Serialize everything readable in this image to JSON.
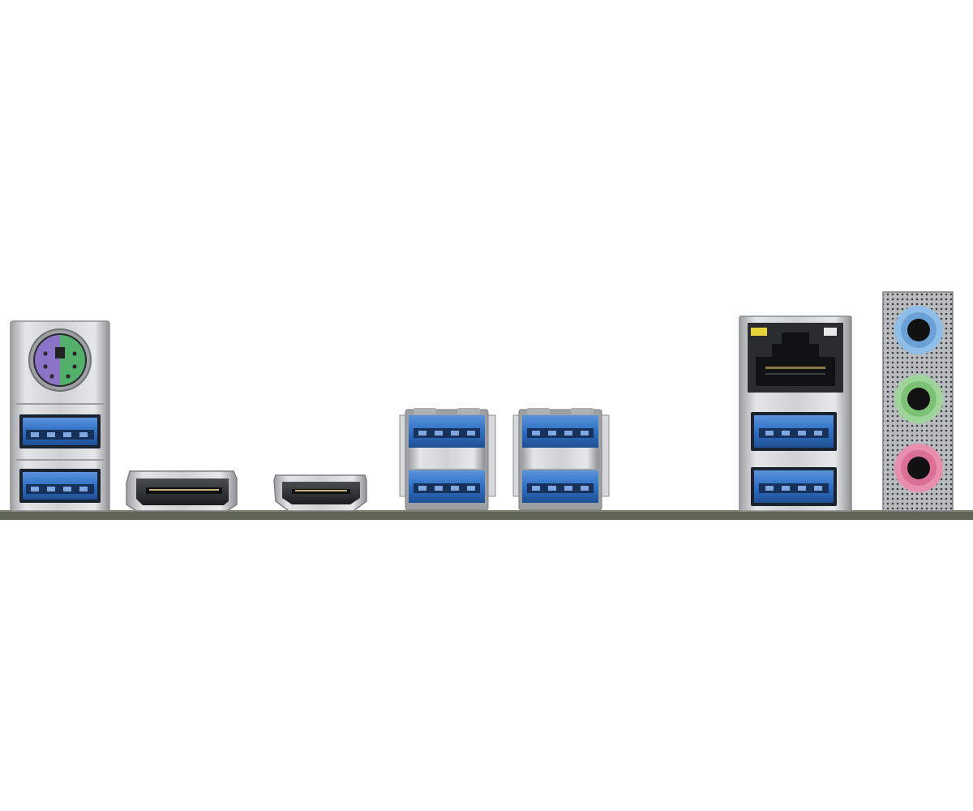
{
  "colors": {
    "background": "#ffffff",
    "pcb": "#5f6653",
    "metal": "#c9cbcd",
    "usb_blue": "#2f6fc4",
    "ps2_keyboard": "#8b74c7",
    "ps2_mouse": "#52b06b",
    "audio_line_in": "#8fbfe8",
    "audio_line_out": "#9fd49a",
    "audio_mic": "#e98fae"
  },
  "ports": [
    {
      "id": "ps2-combo",
      "icon": "ps2-port-icon"
    },
    {
      "id": "usb-stack-left",
      "icon": "usb-port-icon",
      "count": 2
    },
    {
      "id": "displayport",
      "icon": "displayport-icon"
    },
    {
      "id": "hdmi",
      "icon": "hdmi-icon"
    },
    {
      "id": "usb-stack-middle-1",
      "icon": "usb-port-icon",
      "count": 2
    },
    {
      "id": "usb-stack-middle-2",
      "icon": "usb-port-icon",
      "count": 2
    },
    {
      "id": "lan-usb-combo",
      "icon": "rj45-port-icon",
      "usb_count": 2
    },
    {
      "id": "audio-jacks",
      "icon": "audio-jack-icon",
      "count": 3
    }
  ]
}
